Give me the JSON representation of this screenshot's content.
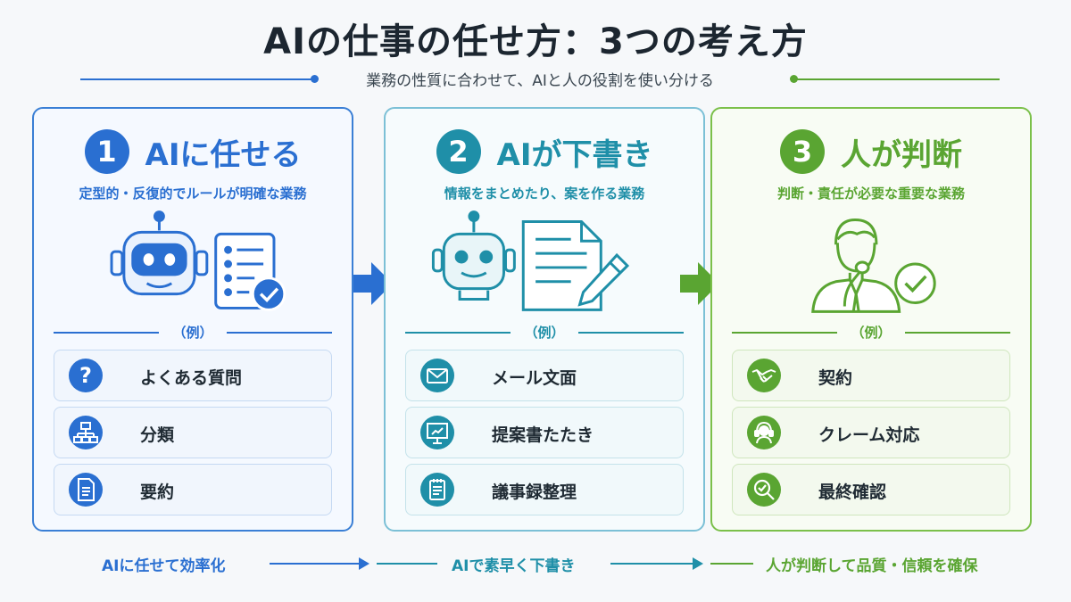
{
  "title": "AIの仕事の任せ方：3つの考え方",
  "subtitle": "業務の性質に合わせて、AIと人の役割を使い分ける",
  "colors": {
    "blue": "#2a6fd1",
    "teal": "#1f8fa8",
    "green": "#5aa532"
  },
  "cards": [
    {
      "number": "1",
      "title": "AIに任せる",
      "description": "定型的・反復的でルールが明確な業務",
      "illustration": [
        "robot-icon",
        "checklist-icon"
      ],
      "examples_label": "（例）",
      "items": [
        {
          "label": "よくある質問",
          "icon": "question-icon"
        },
        {
          "label": "分類",
          "icon": "hierarchy-icon"
        },
        {
          "label": "要約",
          "icon": "document-icon"
        }
      ]
    },
    {
      "number": "2",
      "title": "AIが下書き",
      "description": "情報をまとめたり、案を作る業務",
      "illustration": [
        "robot-icon",
        "document-pen-icon"
      ],
      "examples_label": "（例）",
      "items": [
        {
          "label": "メール文面",
          "icon": "mail-icon"
        },
        {
          "label": "提案書たたき",
          "icon": "presentation-icon"
        },
        {
          "label": "議事録整理",
          "icon": "notepad-icon"
        }
      ]
    },
    {
      "number": "3",
      "title": "人が判断",
      "description": "判断・責任が必要な重要な業務",
      "illustration": [
        "person-thinking-icon",
        "check-circle-icon"
      ],
      "examples_label": "（例）",
      "items": [
        {
          "label": "契約",
          "icon": "handshake-icon"
        },
        {
          "label": "クレーム対応",
          "icon": "headset-icon"
        },
        {
          "label": "最終確認",
          "icon": "magnifier-check-icon"
        }
      ]
    }
  ],
  "flow": [
    "AIに任せて効率化",
    "AIで素早く下書き",
    "人が判断して品質・信頼を確保"
  ]
}
